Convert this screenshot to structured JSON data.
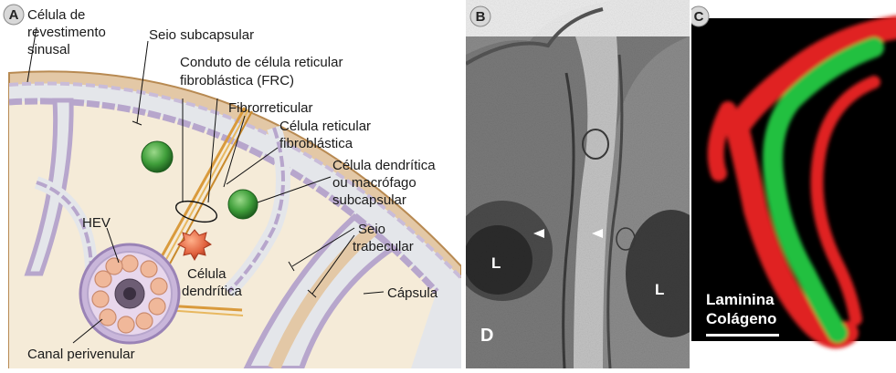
{
  "panels": {
    "a": {
      "letter": "A",
      "labels": {
        "lining_cell": [
          "Célula de",
          "revestimento",
          "sinusal"
        ],
        "subcapsular_sinus": "Seio subcapsular",
        "frc_conduit": [
          "Conduto de célula reticular",
          "fibroblástica (FRC)"
        ],
        "fibroreticular": "Fibrorreticular",
        "frc_cell": [
          "Célula reticular",
          "fibroblástica"
        ],
        "dc_or_macrophage": [
          "Célula dendrítica",
          "ou macrófago",
          "subcapsular"
        ],
        "hev": "HEV",
        "trabecular_sinus": [
          "Seio",
          "trabecular"
        ],
        "dendritic_cell": [
          "Célula",
          "dendrítica"
        ],
        "capsule": "Cápsula",
        "perivenular_channel": "Canal perivenular"
      }
    },
    "b": {
      "letter": "B",
      "marks": {
        "l_left": "L",
        "l_right": "L",
        "d": "D"
      }
    },
    "c": {
      "letter": "C",
      "legend": {
        "laminin": "Laminina",
        "collagen": "Colágeno"
      }
    }
  },
  "colors": {
    "background": "#f5ebd8",
    "capsule": "#e3c8a6",
    "sinus": "#e4e6ea",
    "lining_cells": "#b7a6cc",
    "conduit": "#d99a3c",
    "green_cell": "#3f9e3a",
    "dendritic_cell": "#e0603c",
    "hev_cells": "#f0b89a",
    "laminin": "#e02020",
    "collagen": "#20c040"
  }
}
